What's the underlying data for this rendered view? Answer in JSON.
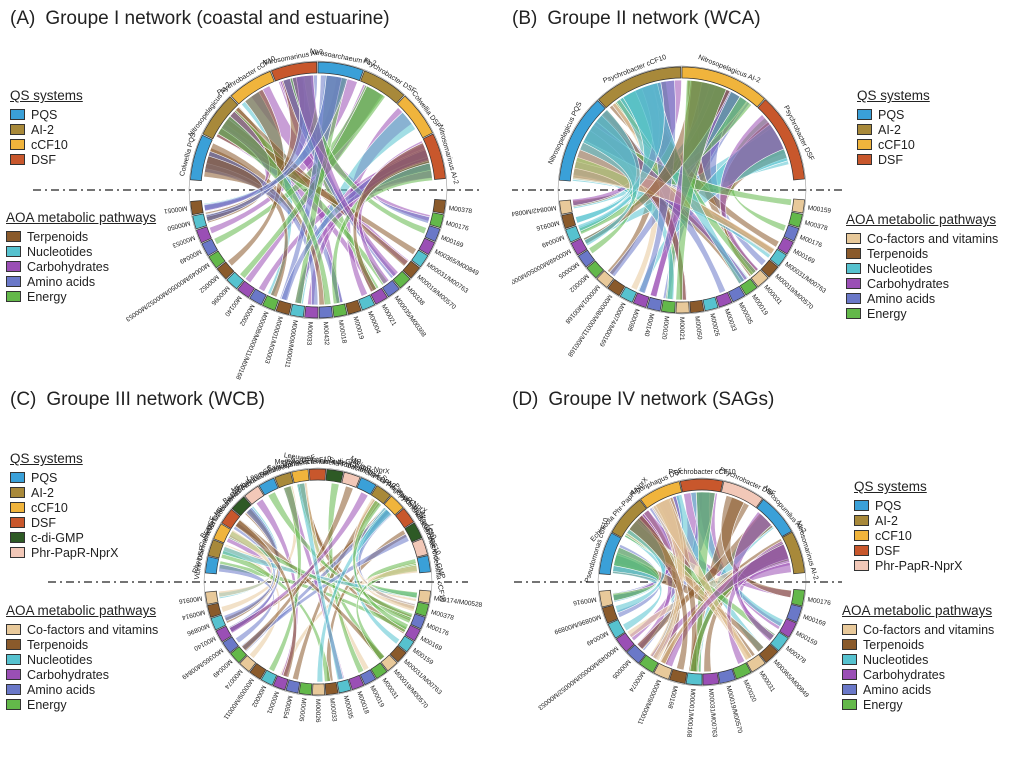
{
  "panels": [
    {
      "label": "(A)",
      "title": "Groupe I network (coastal and estuarine)",
      "qs_head": "QS systems",
      "qs_items": [
        {
          "name": "PQS",
          "color": "#3aa0d8"
        },
        {
          "name": "AI-2",
          "color": "#a8893a"
        },
        {
          "name": "cCF10",
          "color": "#f0b43c"
        },
        {
          "name": "DSF",
          "color": "#c8572c"
        }
      ],
      "aoa_head": "AOA metabolic pathways",
      "aoa_items": [
        {
          "name": "Terpenoids",
          "color": "#8a5a2b"
        },
        {
          "name": "Nucleotides",
          "color": "#56c2cf"
        },
        {
          "name": "Carbohydrates",
          "color": "#9a4fb5"
        },
        {
          "name": "Amino acids",
          "color": "#6a78c8"
        },
        {
          "name": "Energy",
          "color": "#63b84a"
        }
      ],
      "top_labels": [
        "Colwellia PQS",
        "Nitrosopelagicus AI-2",
        "Psychrobacter cCF10",
        "Nitrosomarinus AI-2",
        "Nitrosoarchaeum AI-2",
        "Psychrobacter DSF",
        "Colwellia DSF",
        "Nitrosomarinus AI-2"
      ],
      "bottom_labels": [
        "M00051",
        "M00050",
        "M00053",
        "M00049",
        "M00049/M00050/M00052/M00053",
        "M00052",
        "M00096",
        "M00140",
        "M00002",
        "M00008/M00011/M00168",
        "M00001/M00003",
        "M00009/M00011",
        "M00033",
        "M00432",
        "M00018",
        "M00019",
        "M00004",
        "M00021",
        "M00035/M00368",
        "M00338",
        "M00019/M00570",
        "M00031/M00763",
        "M00365/M00849",
        "M00169",
        "M00176",
        "M00378"
      ]
    },
    {
      "label": "(B)",
      "title": "Groupe II network (WCA)",
      "qs_head": "QS systems",
      "qs_items": [
        {
          "name": "PQS",
          "color": "#3aa0d8"
        },
        {
          "name": "AI-2",
          "color": "#a8893a"
        },
        {
          "name": "cCF10",
          "color": "#f0b43c"
        },
        {
          "name": "DSF",
          "color": "#c8572c"
        }
      ],
      "aoa_head": "AOA metabolic pathways",
      "aoa_items": [
        {
          "name": "Co-factors and vitamins",
          "color": "#e8c99a"
        },
        {
          "name": "Terpenoids",
          "color": "#8a5a2b"
        },
        {
          "name": "Nucleotides",
          "color": "#56c2cf"
        },
        {
          "name": "Carbohydrates",
          "color": "#9a4fb5"
        },
        {
          "name": "Amino acids",
          "color": "#6a78c8"
        },
        {
          "name": "Energy",
          "color": "#63b84a"
        }
      ],
      "top_labels": [
        "Nitrosopelagicus PQS",
        "Psychrobacter cCF10",
        "Nitrosopelagicus AI-2",
        "Psychrobacter DSF"
      ],
      "bottom_labels": [
        "M00842/M00843",
        "M00916",
        "M00049",
        "M00049/M00050/M00052/M00053",
        "M00005",
        "M00002",
        "M00001/M00168",
        "M00008/M00011/M00168",
        "M00074/M00169",
        "M00098",
        "M00140",
        "M00020",
        "M00021",
        "M00050",
        "M00026",
        "M00033",
        "M00035",
        "M00019",
        "M00031",
        "M00019/M00570",
        "M00031/M00763",
        "M00169",
        "M00176",
        "M00378",
        "M00159"
      ]
    },
    {
      "label": "(C)",
      "title": "Groupe III network (WCB)",
      "qs_head": "QS systems",
      "qs_items": [
        {
          "name": "PQS",
          "color": "#3aa0d8"
        },
        {
          "name": "AI-2",
          "color": "#a8893a"
        },
        {
          "name": "cCF10",
          "color": "#f0b43c"
        },
        {
          "name": "DSF",
          "color": "#c8572c"
        },
        {
          "name": "c-di-GMP",
          "color": "#2e5a25"
        },
        {
          "name": "Phr-PapR-NprX",
          "color": "#f2c8b8"
        }
      ],
      "aoa_head": "AOA metabolic pathways",
      "aoa_items": [
        {
          "name": "Co-factors and vitamins",
          "color": "#e8c99a"
        },
        {
          "name": "Terpenoids",
          "color": "#8a5a2b"
        },
        {
          "name": "Nucleotides",
          "color": "#56c2cf"
        },
        {
          "name": "Carbohydrates",
          "color": "#9a4fb5"
        },
        {
          "name": "Amino acids",
          "color": "#6a78c8"
        },
        {
          "name": "Energy",
          "color": "#63b84a"
        }
      ],
      "top_labels": [
        "Vibrio DSF",
        "Rheinheimera DSF",
        "Colwellia DSF",
        "Bradyrhizobium DSF",
        "Halomonas AHL",
        "Bacteriovorax DSF",
        "Methylobacterium DSF",
        "Leeuwenhoekiella DSF",
        "Salinisphaera cCF10",
        "Methylobacterium c-di-GMP",
        "Leeuwenhoekiella Phr-PapR-NprX",
        "Sulfitobacter DSF",
        "Gramella cCF10",
        "Marinomonas Phr-PapR-NprX",
        "Sphingopyxis PQS",
        "Pseudomonas cCF10",
        "Carbobacter cCF10",
        "Alteromonas c-di-GMP",
        "Leeuwenhoekiella cCF10"
      ],
      "bottom_labels": [
        "M00916",
        "M00914",
        "M00896",
        "M00140",
        "M00365/M00849",
        "M00049",
        "M00074",
        "M00009/M00011",
        "M00002",
        "M00001",
        "M00554",
        "M00005",
        "M00026",
        "M00033",
        "M00035",
        "M00018",
        "M00019",
        "M00031",
        "M00019/M00570",
        "M00031/M00763",
        "M00159",
        "M00169",
        "M00176",
        "M00378",
        "M00174/M00528"
      ]
    },
    {
      "label": "(D)",
      "title": "Groupe IV network (SAGs)",
      "qs_head": "QS systems",
      "qs_items": [
        {
          "name": "PQS",
          "color": "#3aa0d8"
        },
        {
          "name": "AI-2",
          "color": "#a8893a"
        },
        {
          "name": "cCF10",
          "color": "#f0b43c"
        },
        {
          "name": "DSF",
          "color": "#c8572c"
        },
        {
          "name": "Phr-PapR-NprX",
          "color": "#f2c8b8"
        }
      ],
      "aoa_head": "AOA metabolic pathways",
      "aoa_items": [
        {
          "name": "Co-factors and vitamins",
          "color": "#e8c99a"
        },
        {
          "name": "Terpenoids",
          "color": "#8a5a2b"
        },
        {
          "name": "Nucleotides",
          "color": "#56c2cf"
        },
        {
          "name": "Carbohydrates",
          "color": "#9a4fb5"
        },
        {
          "name": "Amino acids",
          "color": "#6a78c8"
        },
        {
          "name": "Energy",
          "color": "#63b84a"
        }
      ],
      "top_labels": [
        "Pseudomonas cCF10",
        "Echinicola Phr-PapR-NprX",
        "Algoriphagus DSF",
        "Psychrobacter cCF10",
        "Psychrobacter DSF",
        "Nitrosopumilus AI-2",
        "Nitrosomarinus AI-2"
      ],
      "bottom_labels": [
        "M00916",
        "M00896/M00899",
        "M00049",
        "M00049/M00050/M00052/M00053",
        "M00005",
        "M00074",
        "M00009/M00011",
        "M00168",
        "M00001/M00168",
        "M00031/M00763",
        "M00019/M00570",
        "M00020",
        "M00031",
        "M00365/M00849",
        "M00378",
        "M00159",
        "M00169",
        "M00176"
      ]
    }
  ]
}
